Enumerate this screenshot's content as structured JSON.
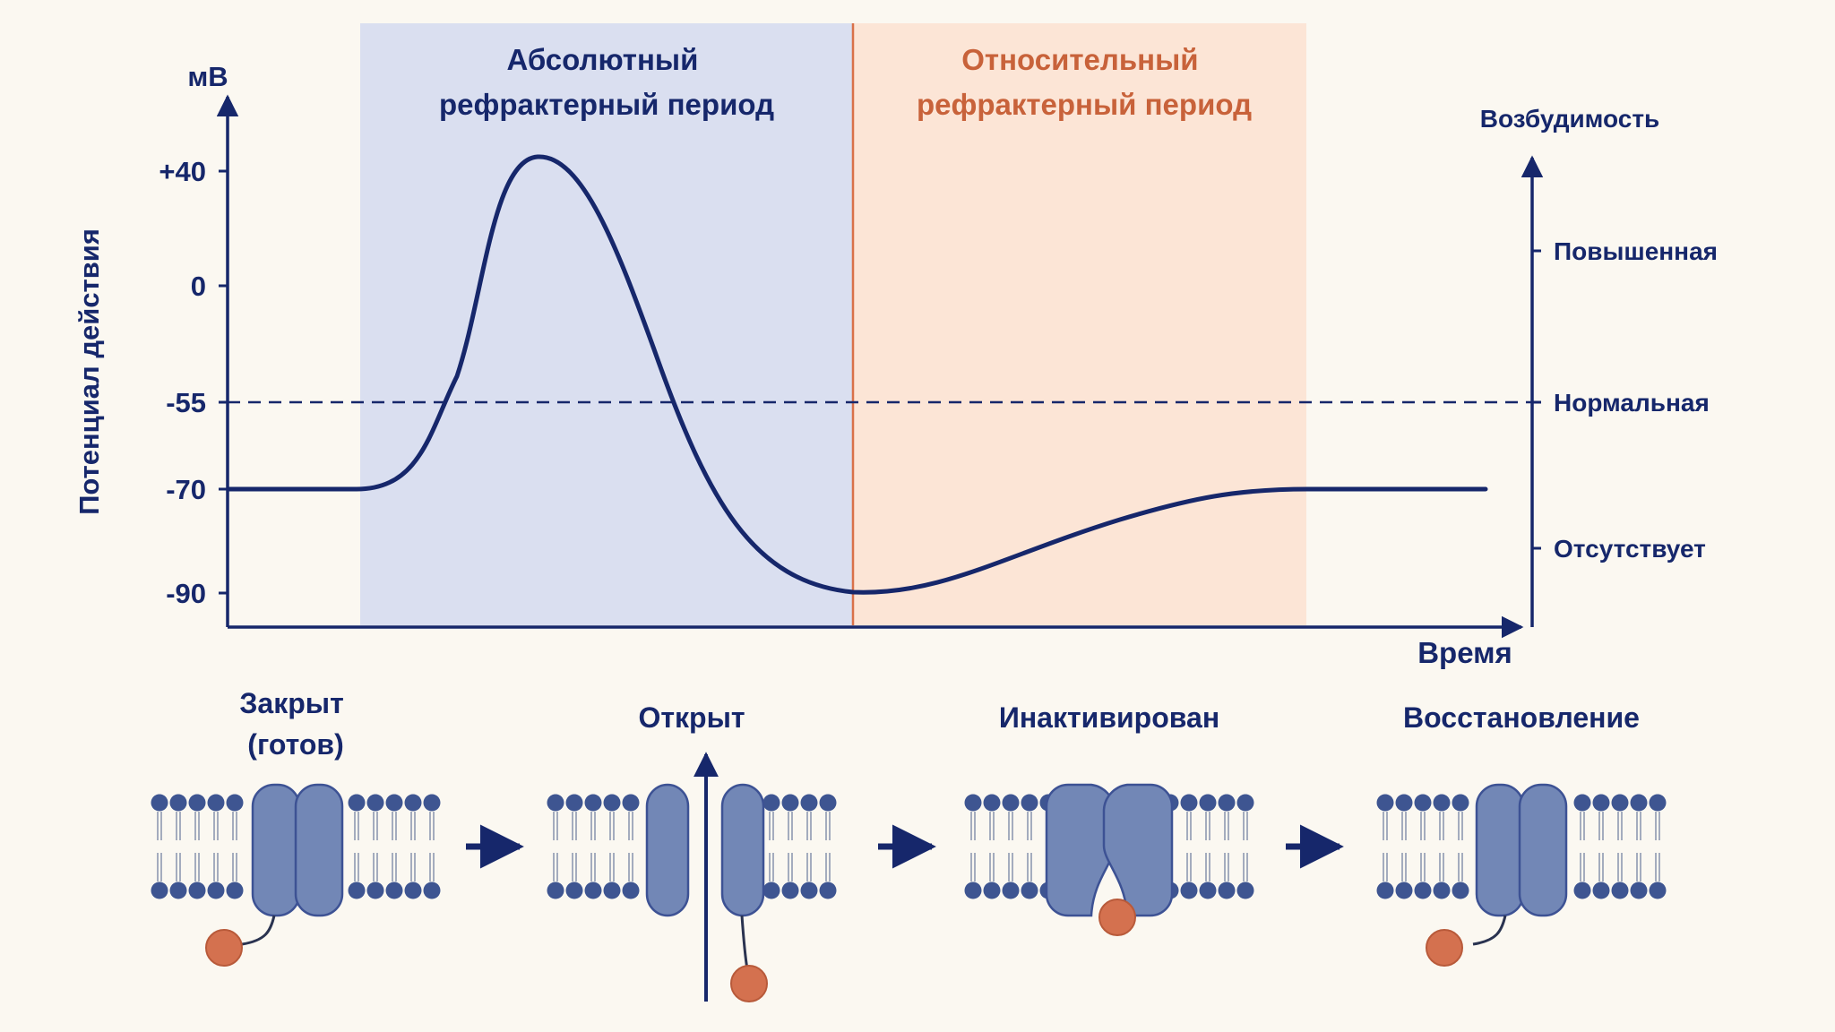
{
  "colors": {
    "navy": "#16276b",
    "absolute_band": "#dadff0",
    "relative_band": "#fce5d6",
    "relative_text": "#c8623a",
    "divider": "#d9714a",
    "channel": "#7287b6",
    "channel_edge": "#3d5294",
    "gate_ball": "#d4714f",
    "head": "#3e5591",
    "background": "#fbf8f1"
  },
  "periods": {
    "absolute": [
      "Абсолютный",
      "рефрактерный период"
    ],
    "relative": [
      "Относительный",
      "рефрактерный период"
    ]
  },
  "axes": {
    "y_unit": "мВ",
    "y_title": "Потенциал действия",
    "x_title": "Время",
    "y_ticks": [
      "+40",
      "0",
      "-55",
      "-70",
      "-90"
    ],
    "excitability_title": "Возбудимость",
    "excitability_levels": [
      "Повышенная",
      "Нормальная",
      "Отсутствует"
    ]
  },
  "curve": {
    "resting_mV": -70,
    "threshold_mV": -55,
    "peak_mV": 45,
    "trough_mV": -90
  },
  "channel_states": [
    {
      "label": [
        "Закрыт",
        "(готов)"
      ],
      "icon": "closed-channel-icon"
    },
    {
      "label": [
        "Открыт"
      ],
      "icon": "open-channel-icon"
    },
    {
      "label": [
        "Инактивирован"
      ],
      "icon": "inactivated-channel-icon"
    },
    {
      "label": [
        "Восстановление"
      ],
      "icon": "recovery-channel-icon"
    }
  ]
}
